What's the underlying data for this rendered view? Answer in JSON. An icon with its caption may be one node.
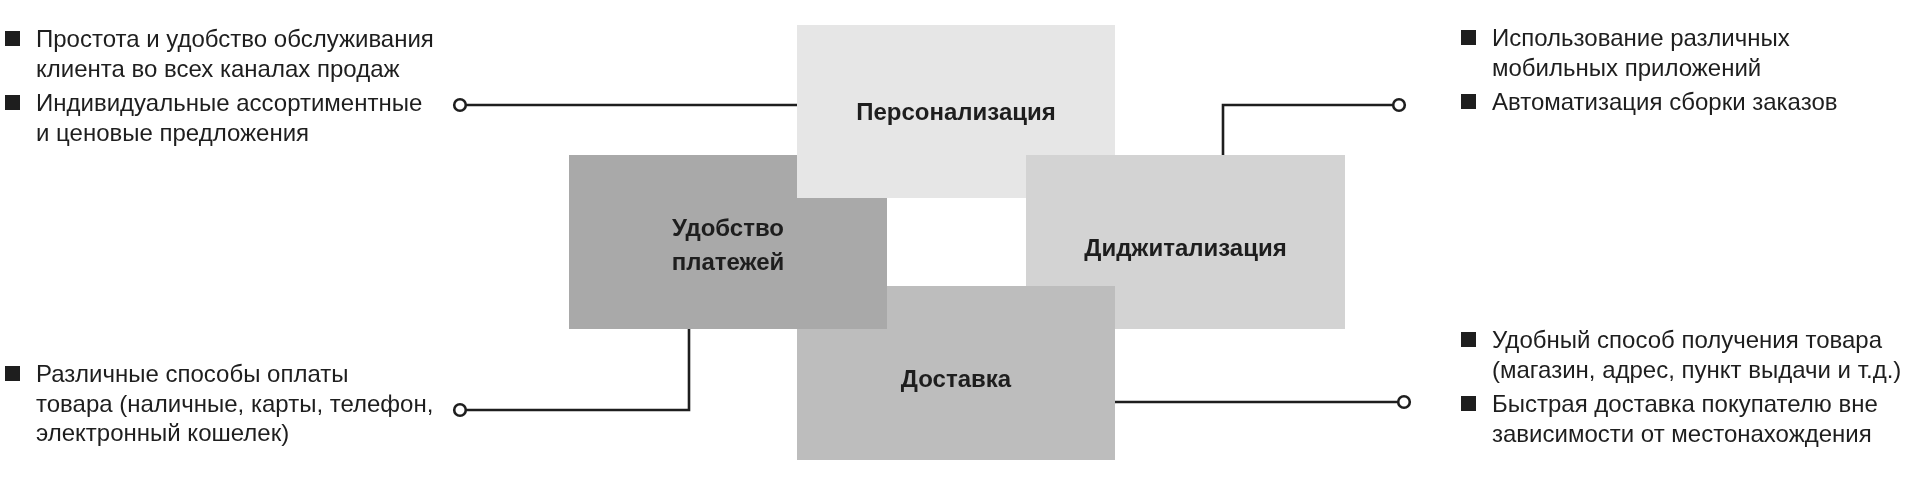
{
  "diagram": {
    "nodes": [
      {
        "text": [
          "Простота и удобство обслуживания клиента во всех каналах продаж",
          "Индивидуальные ассортиментные и ценовые предложения"
        ]
      },
      {
        "text": [
          "Использование различных мобильных приложений",
          "Автоматизация сборки заказов"
        ]
      },
      {
        "text": [
          "Персонализация"
        ]
      },
      {
        "text": [
          "Удобство платежей"
        ]
      },
      {
        "text": [
          "Диджитализация"
        ]
      },
      {
        "text": [
          "Доставка"
        ]
      },
      {
        "text": [
          "Различные способы оплаты товара (наличные, карты, телефон, электронный кошелек)"
        ]
      },
      {
        "text": [
          "Удобный способ получения товара (магазин, адрес, пункт выдачи и т.д.)",
          "Быстрая доставка покупателю вне зависимости от местонахождения"
        ]
      }
    ],
    "edges": [
      {
        "from": 2,
        "to": 0,
        "arrow": "other"
      },
      {
        "from": 4,
        "to": 1,
        "arrow": "other"
      },
      {
        "from": 3,
        "to": 6,
        "arrow": "other"
      },
      {
        "from": 5,
        "to": 7,
        "arrow": "other"
      }
    ]
  }
}
